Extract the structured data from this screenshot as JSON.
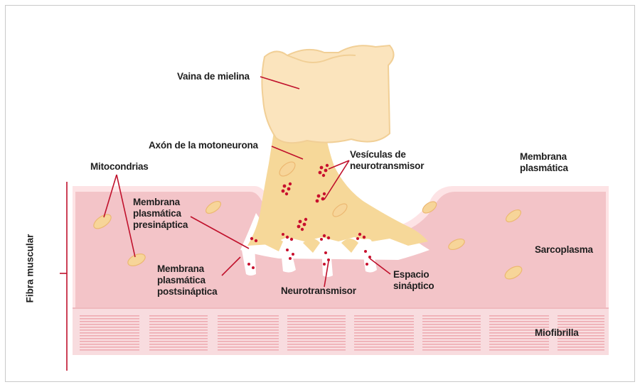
{
  "diagram": {
    "labels": {
      "vaina_mielina": "Vaina de mielina",
      "axon": "Axón de la motoneurona",
      "mitocondrias": "Mitocondrias",
      "vesiculas": [
        "Vesículas de",
        "neurotransmisor"
      ],
      "membrana_plasmatica": [
        "Membrana",
        "plasmática"
      ],
      "membrana_presinaptica": [
        "Membrana",
        "plasmática",
        "presináptica"
      ],
      "membrana_postsinaptica": [
        "Membrana",
        "plasmática",
        "postsináptica"
      ],
      "sarcoplasma": "Sarcoplasma",
      "neurotransmisor": "Neurotransmisor",
      "espacio_sinaptico": [
        "Espacio",
        "sináptico"
      ],
      "miofibrilla": "Miofibrilla",
      "fibra_muscular": "Fibra muscular"
    },
    "colors": {
      "myelin": "#fbe6bf",
      "axon": "#f6d899",
      "sarcoplasm": "#f3c3c7",
      "membrane": "#fde0e2",
      "myofibril": "#f7d4d7",
      "vesicle": "#c8102e",
      "leader_line": "#c0112c"
    }
  }
}
